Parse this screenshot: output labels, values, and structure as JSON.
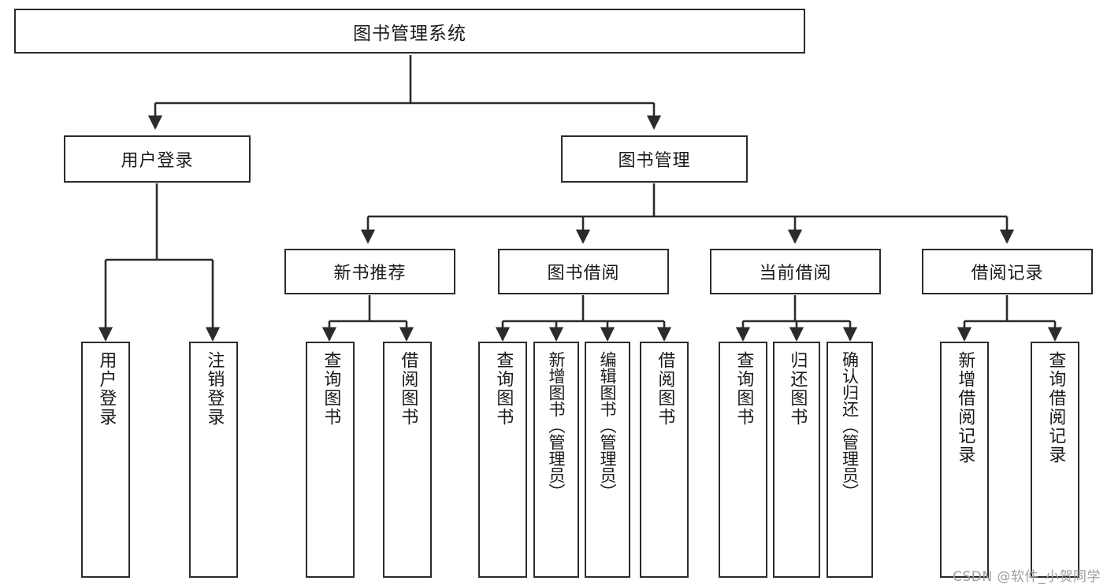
{
  "diagram": {
    "title": "图书管理系统",
    "watermark": "CSDN @软件_小贺同学",
    "nodes": {
      "root": {
        "label": "图书管理系统"
      },
      "level2": [
        {
          "id": "user-login",
          "label": "用户登录"
        },
        {
          "id": "book-manage",
          "label": "图书管理"
        }
      ],
      "level3": [
        {
          "id": "new-book-recommend",
          "label": "新书推荐"
        },
        {
          "id": "book-borrow",
          "label": "图书借阅"
        },
        {
          "id": "current-borrow",
          "label": "当前借阅"
        },
        {
          "id": "borrow-record",
          "label": "借阅记录"
        }
      ],
      "leaves": [
        {
          "id": "leaf-user-login",
          "label": "用户登录",
          "parent": "user-login"
        },
        {
          "id": "leaf-logout-login",
          "label": "注销登录",
          "parent": "user-login"
        },
        {
          "id": "leaf-query-book-1",
          "label": "查询图书",
          "parent": "new-book-recommend"
        },
        {
          "id": "leaf-borrow-book-1",
          "label": "借阅图书",
          "parent": "new-book-recommend"
        },
        {
          "id": "leaf-query-book-2",
          "label": "查询图书",
          "parent": "book-borrow"
        },
        {
          "id": "leaf-add-book",
          "label": "新增图书（管理员）",
          "parent": "book-borrow"
        },
        {
          "id": "leaf-edit-book",
          "label": "编辑图书（管理员）",
          "parent": "book-borrow"
        },
        {
          "id": "leaf-borrow-book-2",
          "label": "借阅图书",
          "parent": "book-borrow"
        },
        {
          "id": "leaf-query-book-3",
          "label": "查询图书",
          "parent": "current-borrow"
        },
        {
          "id": "leaf-return-book",
          "label": "归还图书",
          "parent": "current-borrow"
        },
        {
          "id": "leaf-confirm-return",
          "label": "确认归还（管理员）",
          "parent": "current-borrow"
        },
        {
          "id": "leaf-add-record",
          "label": "新增借阅记录",
          "parent": "borrow-record"
        },
        {
          "id": "leaf-query-record",
          "label": "查询借阅记录",
          "parent": "borrow-record"
        }
      ]
    }
  }
}
